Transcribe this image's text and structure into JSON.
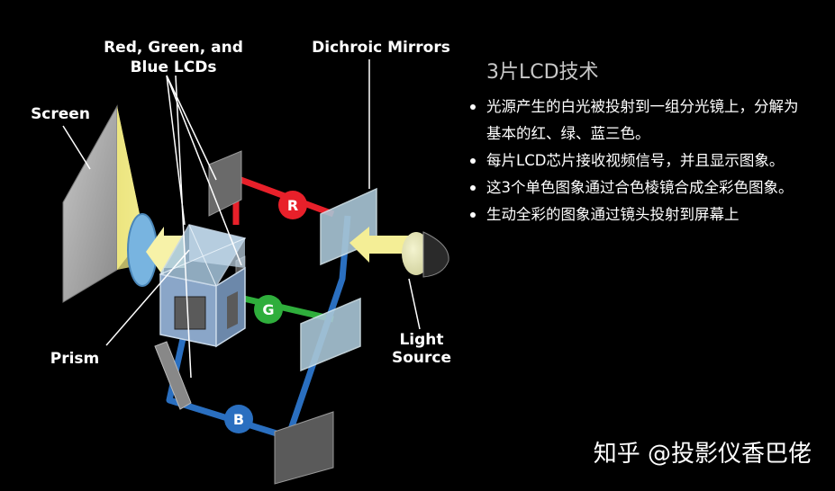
{
  "labels": {
    "lcds": [
      "Red, Green, and",
      "Blue LCDs"
    ],
    "dichroic": "Dichroic Mirrors",
    "screen": "Screen",
    "prism": "Prism",
    "light": [
      "Light",
      "Source"
    ]
  },
  "beams": {
    "red": "R",
    "green": "G",
    "blue": "B"
  },
  "panel": {
    "title": "3片LCD技术",
    "bullets": [
      "光源产生的白光被投射到一组分光镜上，分解为基本的红、绿、蓝三色。",
      "每片LCD芯片接收视频信号，并且显示图象。",
      "这3个单色图象通过合色棱镜合成全彩色图象。",
      "生动全彩的图象通过镜头投射到屏幕上"
    ]
  },
  "watermark": "知乎 @投影仪香巴佬",
  "colors": {
    "red": "#e8202a",
    "green": "#2fae3c",
    "blue": "#2a6fc0",
    "yellow": "#f3ef8a",
    "mirror": "#a9c6d6"
  }
}
